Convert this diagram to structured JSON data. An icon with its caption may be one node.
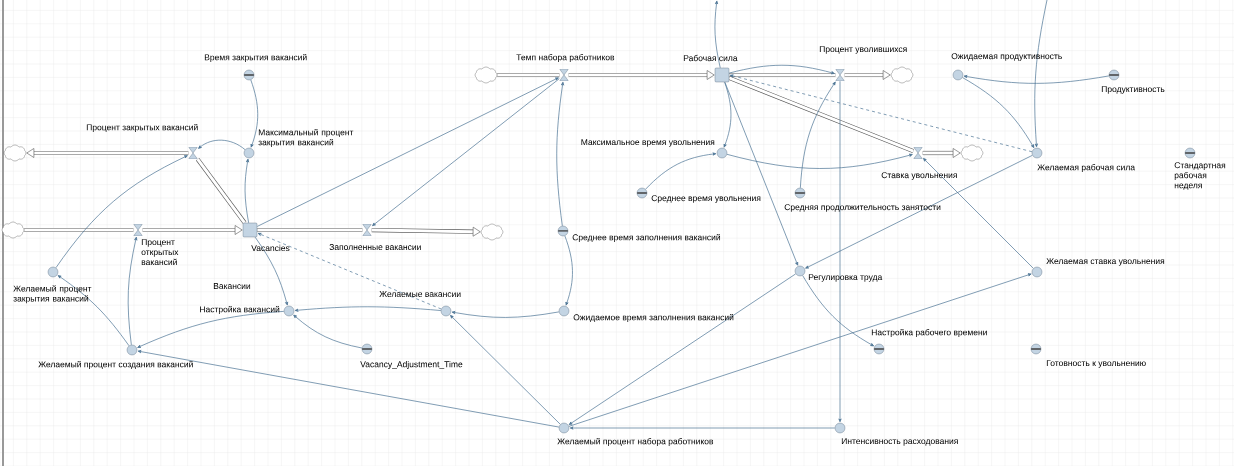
{
  "diagram": {
    "nodes": [
      {
        "text": [
          "Время закрытия вакансий"
        ]
      },
      {
        "text": [
          "Темп набора работников"
        ]
      },
      {
        "text": [
          "Рабочая сила"
        ]
      },
      {
        "text": [
          "Процент уволившихся"
        ]
      },
      {
        "text": [
          "Ожидаемая продуктивность"
        ]
      },
      {
        "text": [
          "Продуктивность"
        ]
      },
      {
        "text": [
          "Процент закрытых вакансий"
        ]
      },
      {
        "text": [
          "Максимальный процент закрытия вакансий"
        ]
      },
      {
        "text": [
          "Максимальное время увольнения"
        ]
      },
      {
        "text": [
          "Ставка увольнения"
        ]
      },
      {
        "text": [
          "Желаемая рабочая сила"
        ]
      },
      {
        "text": [
          "Стандартная рабочая неделя"
        ]
      },
      {
        "text": [
          "Среднее время увольнения"
        ]
      },
      {
        "text": [
          "Средняя продолжительность занятости"
        ]
      },
      {
        "text": [
          "Процент открытых вакансий"
        ]
      },
      {
        "text": [
          "Vacancies"
        ]
      },
      {
        "text": [
          "Заполненные вакансии"
        ]
      },
      {
        "text": [
          "Среднее время заполнения вакансий"
        ]
      },
      {
        "text": [
          "Желаемый процент закрытия вакансий"
        ]
      },
      {
        "text": [
          "Регулировка труда"
        ]
      },
      {
        "text": [
          "Желаемая ставка увольнения"
        ]
      },
      {
        "text": [
          "Настройка вакансий"
        ]
      },
      {
        "text": [
          "Желаемые вакансии"
        ]
      },
      {
        "text": [
          "Ожидаемое время заполнения вакансий"
        ]
      },
      {
        "text": [
          "Vacancy_Adjustment_Time"
        ]
      },
      {
        "text": [
          "Настройка рабочего времени"
        ]
      },
      {
        "text": [
          "Готовность к увольнению"
        ]
      },
      {
        "text": [
          "Желаемый процент создания вакансий"
        ]
      },
      {
        "text": [
          "Желаемый процент набора работников"
        ]
      },
      {
        "text": [
          "Интенсивность расходования"
        ]
      },
      {
        "text": [],
        "shape": "cloud"
      },
      {
        "text": [],
        "shape": "cloud"
      },
      {
        "text": [],
        "shape": "cloud"
      },
      {
        "text": [],
        "shape": "cloud"
      },
      {
        "text": [],
        "shape": "cloud"
      },
      {
        "text": [],
        "shape": "cloud"
      }
    ],
    "edges": [
      {
        "from": 0,
        "to": 7,
        "arrow": "to"
      },
      {
        "from": 7,
        "to": 6,
        "arrow": "to"
      },
      {
        "from": 15,
        "to": 7,
        "arrow": "to"
      },
      {
        "from": 18,
        "to": 6,
        "arrow": "to"
      },
      {
        "from": 27,
        "to": 18,
        "arrow": "to"
      },
      {
        "from": 27,
        "to": 14,
        "arrow": "to"
      },
      {
        "from": 21,
        "to": 27,
        "arrow": "to"
      },
      {
        "from": 15,
        "to": 21,
        "arrow": "to"
      },
      {
        "from": 22,
        "to": 15,
        "arrow": "to",
        "style": "dashed"
      },
      {
        "from": 22,
        "to": 21,
        "arrow": "to"
      },
      {
        "from": 24,
        "to": 21,
        "arrow": "to"
      },
      {
        "from": 23,
        "to": 22,
        "arrow": "to"
      },
      {
        "from": 17,
        "to": 23,
        "arrow": "to"
      },
      {
        "from": 17,
        "to": 1,
        "arrow": "to"
      },
      {
        "from": 15,
        "to": 1,
        "arrow": "to"
      },
      {
        "from": 1,
        "to": 16,
        "arrow": "to"
      },
      {
        "from": 28,
        "to": 27,
        "arrow": "to"
      },
      {
        "from": 28,
        "to": 22,
        "arrow": "to"
      },
      {
        "from": 19,
        "to": 28,
        "arrow": "to"
      },
      {
        "from": 28,
        "to": 20,
        "arrow": "to"
      },
      {
        "from": 29,
        "to": 28,
        "arrow": "to"
      },
      {
        "from": 3,
        "to": 29,
        "arrow": "to"
      },
      {
        "from": 10,
        "to": 19,
        "arrow": "to"
      },
      {
        "from": 2,
        "to": 19,
        "arrow": "to"
      },
      {
        "from": 19,
        "to": 25,
        "arrow": "to"
      },
      {
        "from": 2,
        "to": 8,
        "arrow": "to"
      },
      {
        "from": 12,
        "to": 8,
        "arrow": "to"
      },
      {
        "from": 8,
        "to": 9,
        "arrow": "to"
      },
      {
        "from": 13,
        "to": 3,
        "arrow": "to"
      },
      {
        "from": 2,
        "to": 3,
        "arrow": "to"
      },
      {
        "from": 10,
        "to": 2,
        "arrow": "to",
        "style": "dashed"
      },
      {
        "from": 20,
        "to": 9,
        "arrow": "to"
      },
      {
        "from": 4,
        "to": 10,
        "arrow": "to"
      },
      {
        "from": 5,
        "to": 4,
        "arrow": "to"
      },
      {
        "from": null,
        "to": 10,
        "arrow": "to"
      },
      {
        "from": 2,
        "to": null,
        "arrow": "to"
      },
      {
        "from": 15,
        "to": 6,
        "arrow": "none",
        "style": "thick"
      },
      {
        "from": 6,
        "to": 30,
        "arrow": "to",
        "style": "thick"
      },
      {
        "from": 31,
        "to": 14,
        "arrow": "none",
        "style": "thick"
      },
      {
        "from": 14,
        "to": 15,
        "arrow": "to",
        "style": "thick"
      },
      {
        "from": 15,
        "to": 16,
        "arrow": "none",
        "style": "thick"
      },
      {
        "from": 16,
        "to": 32,
        "arrow": "to",
        "style": "thick"
      },
      {
        "from": 33,
        "to": 1,
        "arrow": "none",
        "style": "thick"
      },
      {
        "from": 1,
        "to": 2,
        "arrow": "to",
        "style": "thick"
      },
      {
        "from": 2,
        "to": 3,
        "arrow": "none",
        "style": "thick"
      },
      {
        "from": 3,
        "to": 34,
        "arrow": "to",
        "style": "thick"
      },
      {
        "from": 2,
        "to": 9,
        "arrow": "none",
        "style": "thick"
      },
      {
        "from": 9,
        "to": 35,
        "arrow": "to",
        "style": "thick"
      }
    ],
    "labels": [
      "Вакансии"
    ]
  }
}
